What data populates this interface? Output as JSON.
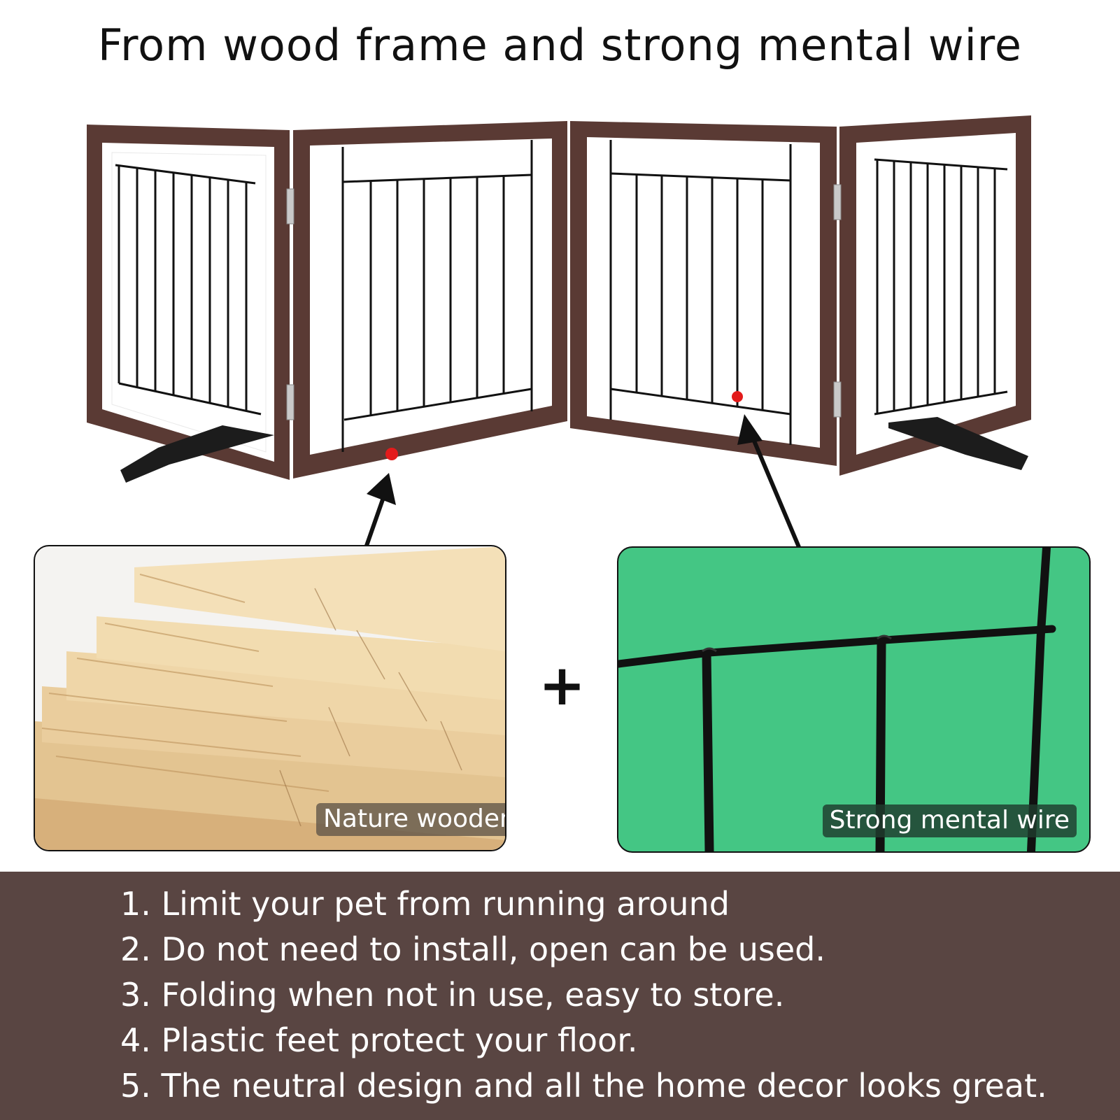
{
  "headline": "From wood frame and strong mental wire",
  "insets": {
    "wood_caption": "Nature wooden",
    "wire_caption": "Strong mental wire",
    "plus_sign": "+"
  },
  "features": [
    "1. Limit your pet from running around",
    "2. Do not need to install, open can be used.",
    "3. Folding when not in use, easy to store.",
    "4. Plastic feet protect your floor.",
    "5. The neutral design and all the home decor looks great."
  ],
  "colors": {
    "frame_brown": "#5a3a34",
    "wire_black": "#111111",
    "marker_red": "#e31b1b",
    "panel_band": "#594542",
    "wire_background": "#44c684",
    "wood_tone": "#e6c79a"
  },
  "icons": [
    "fence-illustration",
    "wood-planks-image",
    "wire-closeup-image",
    "arrow-icon",
    "plus-icon"
  ]
}
